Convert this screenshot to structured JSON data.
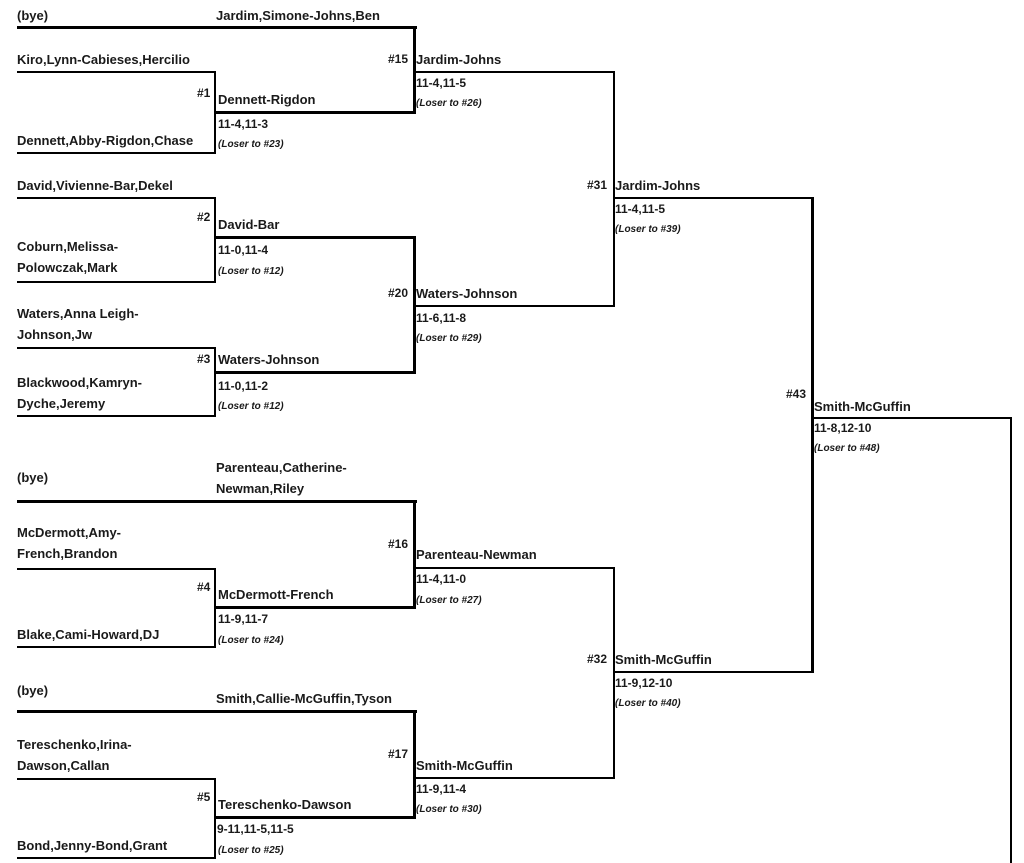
{
  "bracket": {
    "entries": [
      "(bye)",
      "Kiro,Lynn-Cabieses,Hercilio",
      "Dennett,Abby-Rigdon,Chase",
      "David,Vivienne-Bar,Dekel",
      "Coburn,Melissa-\nPolowczak,Mark",
      "Waters,Anna Leigh-\nJohnson,Jw",
      "Blackwood,Kamryn-\nDyche,Jeremy",
      "(bye)",
      "McDermott,Amy-\nFrench,Brandon",
      "Blake,Cami-Howard,DJ",
      "(bye)",
      "Tereschenko,Irina-\nDawson,Callan",
      "Bond,Jenny-Bond,Grant"
    ],
    "round1": [
      {
        "game": "#1",
        "winner": "Dennett-Rigdon",
        "score": "11-4,11-3",
        "loser": "(Loser to #23)"
      },
      {
        "game": "#2",
        "winner": "David-Bar",
        "score": "11-0,11-4",
        "loser": "(Loser to #12)"
      },
      {
        "game": "#3",
        "winner": "Waters-Johnson",
        "score": "11-0,11-2",
        "loser": "(Loser to #12)"
      },
      {
        "game": "#4",
        "winner": "McDermott-French",
        "score": "11-9,11-7",
        "loser": "(Loser to #24)"
      },
      {
        "game": "#5",
        "winner": "Tereschenko-Dawson",
        "score": "9-11,11-5,11-5",
        "loser": "(Loser to #25)"
      }
    ],
    "bye_advances": [
      "Jardim,Simone-Johns,Ben",
      "Parenteau,Catherine-\nNewman,Riley",
      "Smith,Callie-McGuffin,Tyson"
    ],
    "round2": [
      {
        "game": "#15",
        "winner": "Jardim-Johns",
        "score": "11-4,11-5",
        "loser": "(Loser to #26)"
      },
      {
        "game": "#20",
        "winner": "Waters-Johnson",
        "score": "11-6,11-8",
        "loser": "(Loser to #29)"
      },
      {
        "game": "#16",
        "winner": "Parenteau-Newman",
        "score": "11-4,11-0",
        "loser": "(Loser to #27)"
      },
      {
        "game": "#17",
        "winner": "Smith-McGuffin",
        "score": "11-9,11-4",
        "loser": "(Loser to #30)"
      }
    ],
    "round3": [
      {
        "game": "#31",
        "winner": "Jardim-Johns",
        "score": "11-4,11-5",
        "loser": "(Loser to #39)"
      },
      {
        "game": "#32",
        "winner": "Smith-McGuffin",
        "score": "11-9,12-10",
        "loser": "(Loser to #40)"
      }
    ],
    "round4": [
      {
        "game": "#43",
        "winner": "Smith-McGuffin",
        "score": "11-8,12-10",
        "loser": "(Loser to #48)"
      }
    ]
  }
}
